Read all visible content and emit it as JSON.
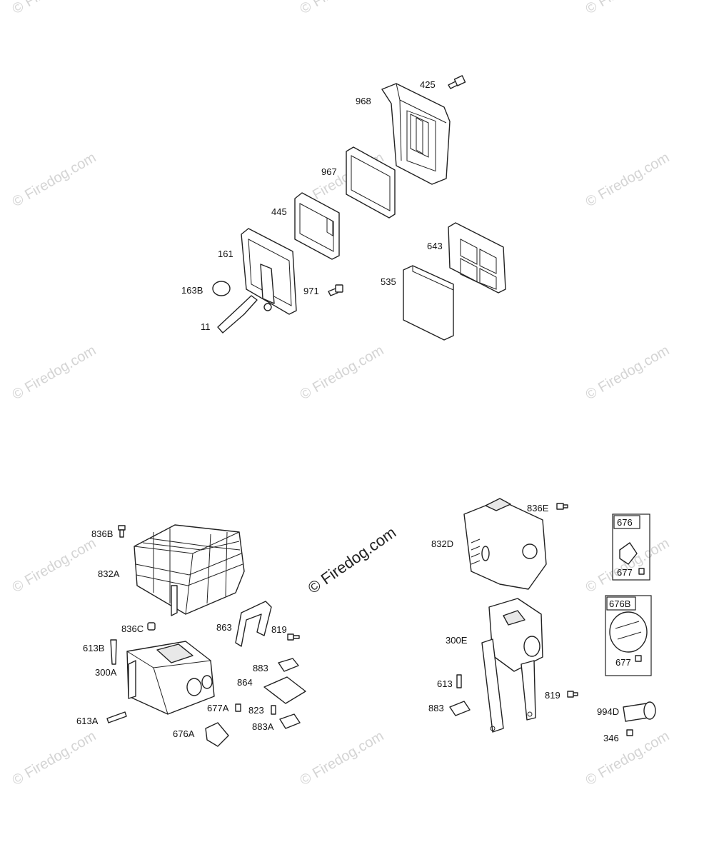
{
  "watermark": "© Firedog.com",
  "center_watermark": "© Firedog.com",
  "labels": {
    "l425": "425",
    "l968": "968",
    "l967": "967",
    "l445": "445",
    "l161": "161",
    "l643": "643",
    "l163B": "163B",
    "l971": "971",
    "l535": "535",
    "l11": "11",
    "l836B": "836B",
    "l832A": "832A",
    "l836C": "836C",
    "l863": "863",
    "l819a": "819",
    "l613B": "613B",
    "l300A": "300A",
    "l883a": "883",
    "l864": "864",
    "l677A": "677A",
    "l823": "823",
    "l613A": "613A",
    "l883A": "883A",
    "l676A": "676A",
    "l836E": "836E",
    "l832D": "832D",
    "l300E": "300E",
    "l613": "613",
    "l883b": "883",
    "l819b": "819",
    "l676": "676",
    "l677a": "677",
    "l676B": "676B",
    "l677b": "677",
    "l994D": "994D",
    "l346": "346"
  }
}
